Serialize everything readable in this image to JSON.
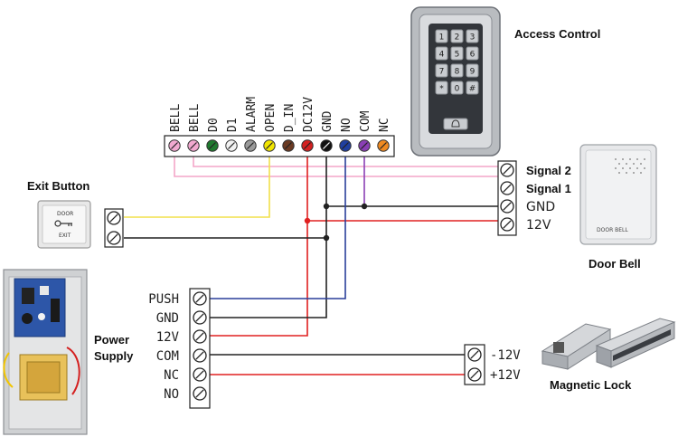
{
  "title": "",
  "components": {
    "access_control": "Access Control",
    "exit_button": "Exit Button",
    "exit_button_face": {
      "top": "DOOR",
      "bottom": "EXIT"
    },
    "door_bell": "Door Bell",
    "door_bell_face": "DOOR BELL",
    "power_supply_line1": "Power",
    "power_supply_line2": "Supply",
    "magnetic_lock": "Magnetic Lock"
  },
  "controller_terminals": [
    {
      "label": "BELL",
      "color": "#f2a9d0"
    },
    {
      "label": "BELL",
      "color": "#f2a9d0"
    },
    {
      "label": "D0",
      "color": "#1f7a2e"
    },
    {
      "label": "D1",
      "color": "#f2f2f2"
    },
    {
      "label": "ALARM",
      "color": "#9a9a9a"
    },
    {
      "label": "OPEN",
      "color": "#f2e600"
    },
    {
      "label": "D_IN",
      "color": "#6b3a22"
    },
    {
      "label": "DC12V",
      "color": "#d42020"
    },
    {
      "label": "GND",
      "color": "#111111"
    },
    {
      "label": "NO",
      "color": "#1f3fa0"
    },
    {
      "label": "COM",
      "color": "#8a3fb5"
    },
    {
      "label": "NC",
      "color": "#f08a20"
    }
  ],
  "bell_terminals": [
    "Signal 2",
    "Signal 1",
    "GND",
    "12V"
  ],
  "power_terminals": [
    "PUSH",
    "GND",
    "12V",
    "COM",
    "NC",
    "NO"
  ],
  "lock_terminals": [
    "-12V",
    "+12V"
  ],
  "keypad_keys": [
    "1",
    "2",
    "3",
    "4",
    "5",
    "6",
    "7",
    "8",
    "9",
    "*",
    "0",
    "#"
  ],
  "wire_colors": {
    "pink": "#f3a6c8",
    "yellow": "#f2e04a",
    "red": "#e02020",
    "black": "#222222",
    "blue": "#2a3f9a",
    "purple": "#8a3fb5"
  }
}
